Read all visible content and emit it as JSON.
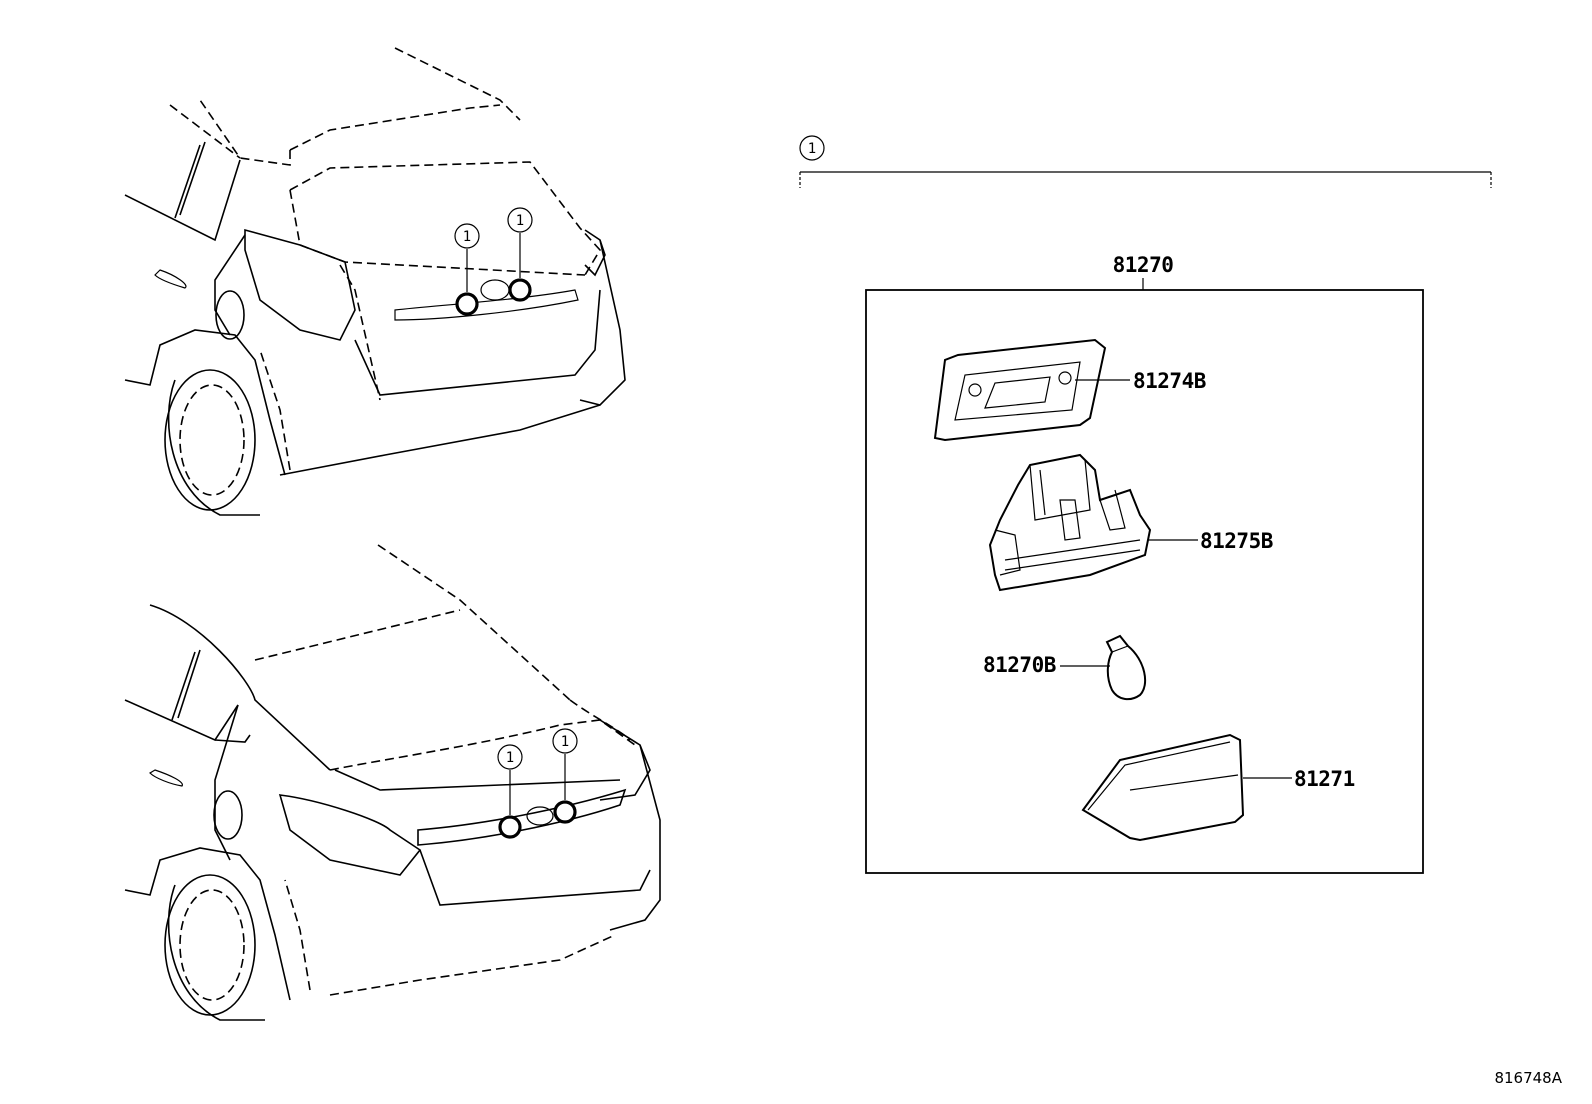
{
  "callout": {
    "number": "1"
  },
  "assembly": {
    "number": "81270",
    "parts": [
      {
        "number": "81274B",
        "name_icon": "gasket"
      },
      {
        "number": "81275B",
        "name_icon": "lamp-housing"
      },
      {
        "number": "81270B",
        "name_icon": "bulb"
      },
      {
        "number": "81271",
        "name_icon": "lens"
      }
    ]
  },
  "reference_code": "816748A"
}
